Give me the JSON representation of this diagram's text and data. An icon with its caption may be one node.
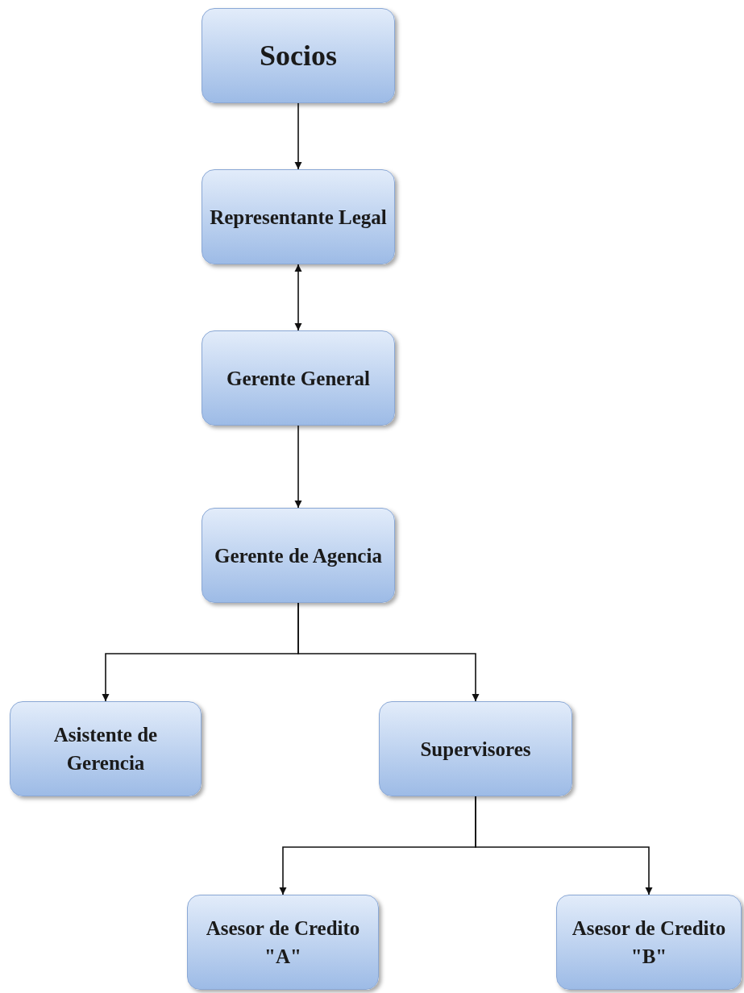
{
  "diagram": {
    "nodes": [
      {
        "text": [
          "Socios"
        ]
      },
      {
        "text": [
          "Representante Legal"
        ]
      },
      {
        "text": [
          "Gerente General"
        ]
      },
      {
        "text": [
          "Gerente de Agencia"
        ]
      },
      {
        "text": [
          "Asistente de Gerencia"
        ]
      },
      {
        "text": [
          "Supervisores"
        ]
      },
      {
        "text": [
          "Asesor de Credito \"A\""
        ]
      },
      {
        "text": [
          "Asesor de Credito \"B\""
        ]
      }
    ],
    "edges": [
      {
        "from": 0,
        "to": 1,
        "arrow": "to"
      },
      {
        "from": 1,
        "to": 2,
        "arrow": "both"
      },
      {
        "from": 2,
        "to": 3,
        "arrow": "to"
      },
      {
        "from": 3,
        "to": 4,
        "arrow": "to"
      },
      {
        "from": 3,
        "to": 5,
        "arrow": "to"
      },
      {
        "from": 5,
        "to": 6,
        "arrow": "to"
      },
      {
        "from": 5,
        "to": 7,
        "arrow": "to"
      }
    ]
  }
}
